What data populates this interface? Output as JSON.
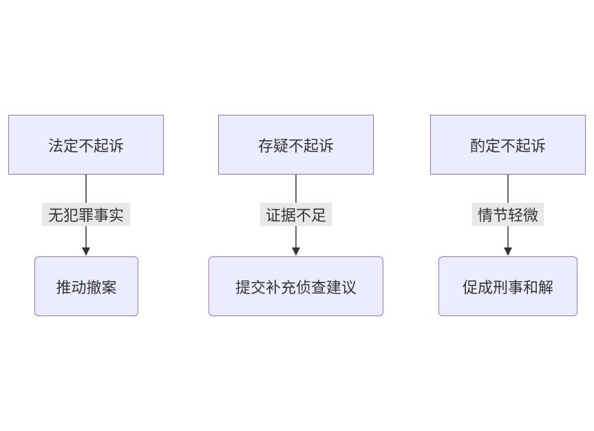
{
  "diagram": {
    "branches": [
      {
        "source": "法定不起诉",
        "condition": "无犯罪事实",
        "outcome": "推动撤案"
      },
      {
        "source": "存疑不起诉",
        "condition": "证据不足",
        "outcome": "提交补充侦查建议"
      },
      {
        "source": "酌定不起诉",
        "condition": "情节轻微",
        "outcome": "促成刑事和解"
      }
    ],
    "colors": {
      "node_fill": "#ececff",
      "node_border": "#9370db",
      "edge": "#333333",
      "label_bg": "#e8e8e8"
    }
  }
}
